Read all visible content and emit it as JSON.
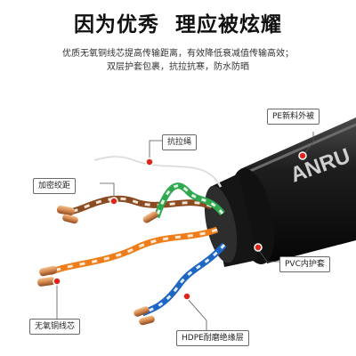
{
  "headline": {
    "part1": "因为优秀",
    "part2": "理应被炫耀"
  },
  "description": {
    "line1": "优质无氧铜线芯提高传输距离，有效降低衰减值传输高效；",
    "line2": "双层护套包裹，抗拉抗寒，防水防晒"
  },
  "callouts": {
    "pe_jacket": "PE新料外被",
    "rip_cord": "抗拉绳",
    "dense_twist": "加密绞距",
    "pvc_jacket": "PVC内护套",
    "copper_core": "无氧铜线芯",
    "hdpe_insulation": "HDPE耐磨绝缘层"
  },
  "cable_print": "ANRU",
  "colors": {
    "jacket": "#1b1b1b",
    "callout_dot": "#e2231a",
    "leader_line": "#555555",
    "copper": "#d4874e"
  }
}
